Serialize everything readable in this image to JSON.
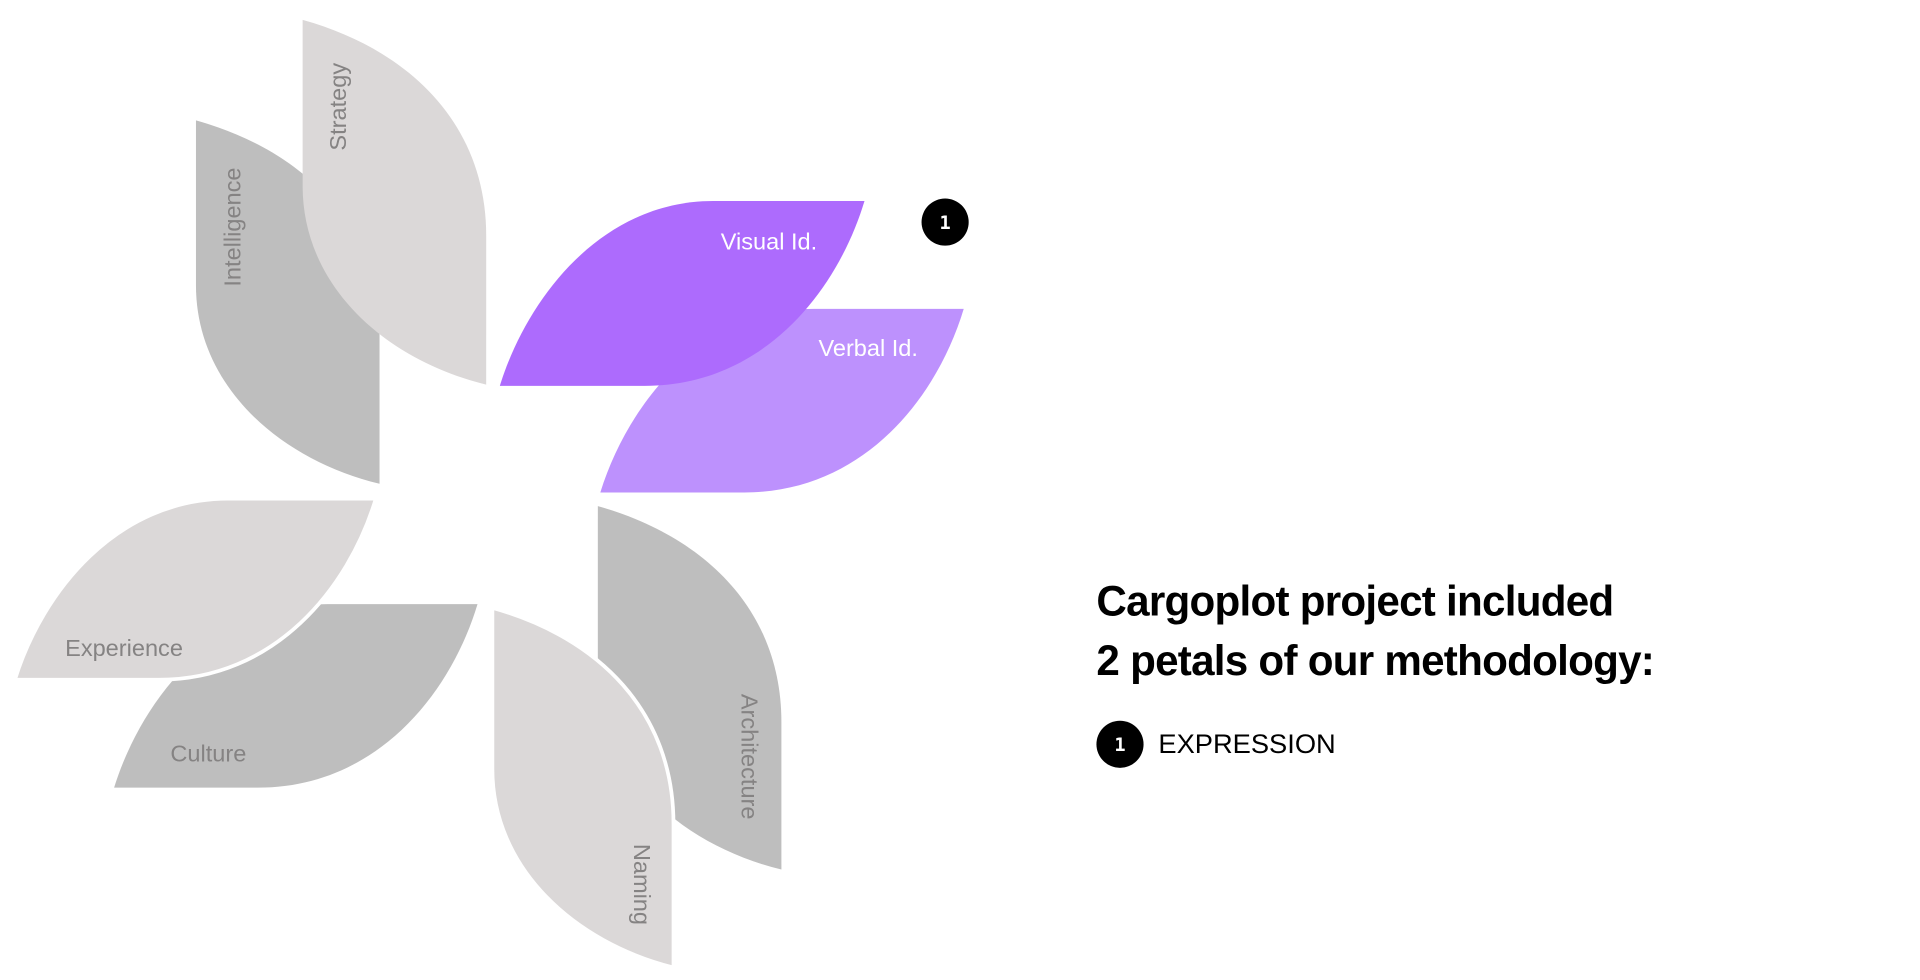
{
  "diagram": {
    "petals": [
      {
        "label": "Intelligence",
        "color": "#bebebe",
        "highlighted": false
      },
      {
        "label": "Strategy",
        "color": "#dbd8d8",
        "highlighted": false
      },
      {
        "label": "Verbal Id.",
        "color": "#bd91fd",
        "highlighted": true
      },
      {
        "label": "Visual Id.",
        "color": "#ad6bfd",
        "highlighted": true
      },
      {
        "label": "Architecture",
        "color": "#bebebe",
        "highlighted": false
      },
      {
        "label": "Naming",
        "color": "#dbd8d8",
        "highlighted": false
      },
      {
        "label": "Culture",
        "color": "#bebebe",
        "highlighted": false
      },
      {
        "label": "Experience",
        "color": "#dbd8d8",
        "highlighted": false
      }
    ],
    "group_badge": "1"
  },
  "summary": {
    "headline_line1": "Cargoplot project included",
    "headline_line2": "2 petals of our methodology:",
    "items": [
      {
        "number": "1",
        "label": "EXPRESSION"
      }
    ]
  }
}
